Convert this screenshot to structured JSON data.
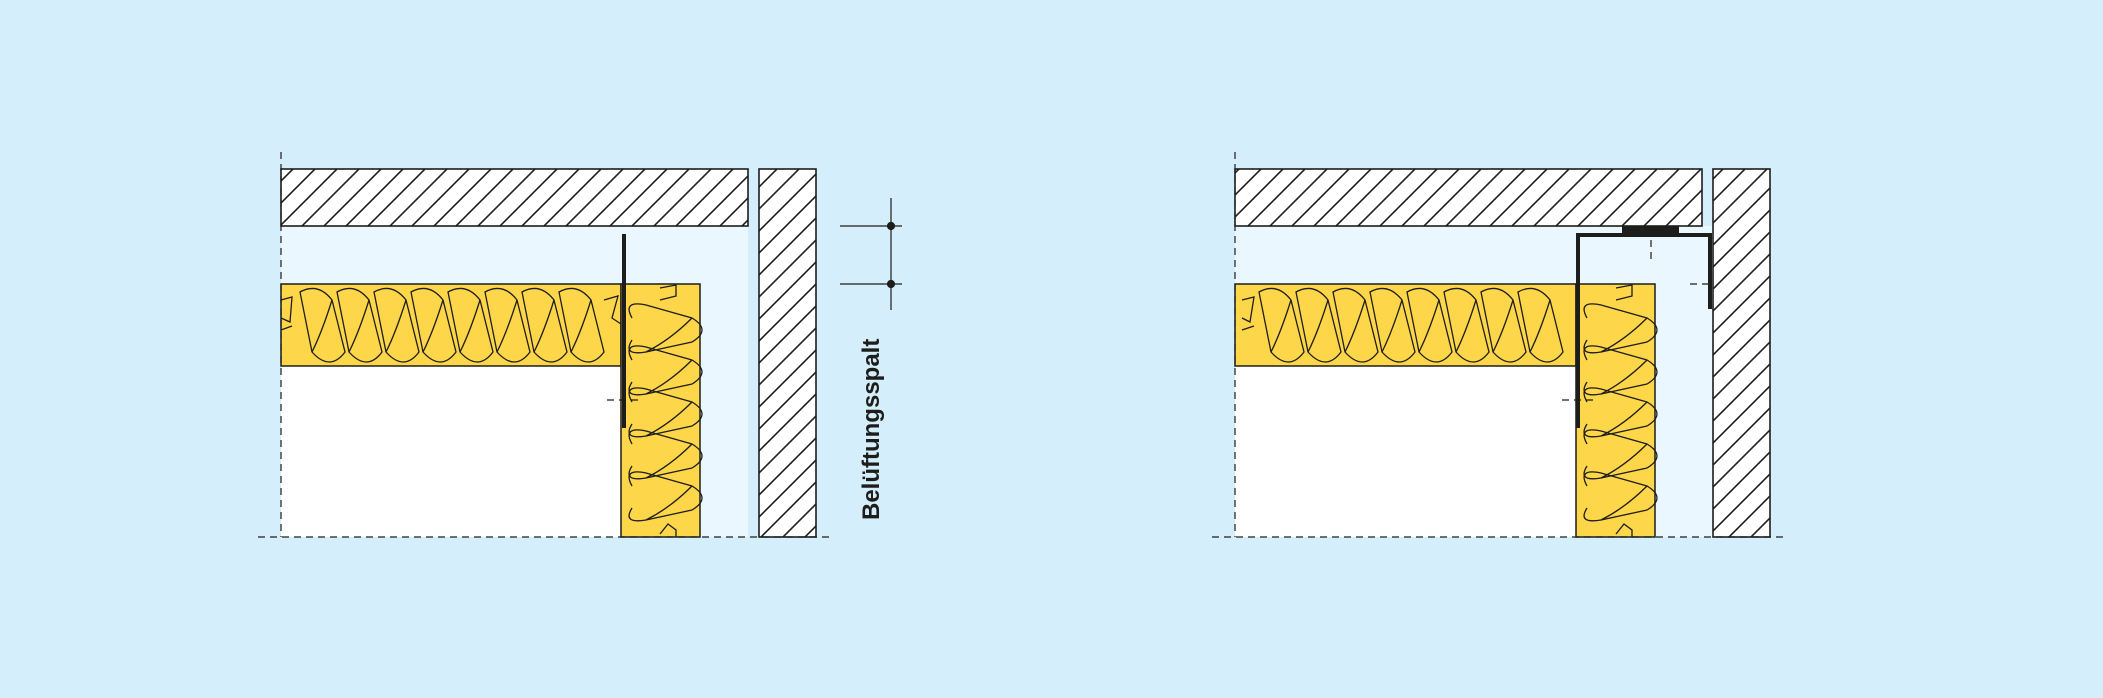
{
  "diagram": {
    "gap_label": "Belüftungsspalt",
    "colors": {
      "background": "#d4eefb",
      "air_gap": "#eaf7fe",
      "insulation": "#fed64a",
      "interior": "#ffffff",
      "line": "#1d1d1b"
    },
    "panels": [
      {
        "id": "left",
        "variant": "straight-membrane"
      },
      {
        "id": "right",
        "variant": "angled-profile"
      }
    ]
  }
}
